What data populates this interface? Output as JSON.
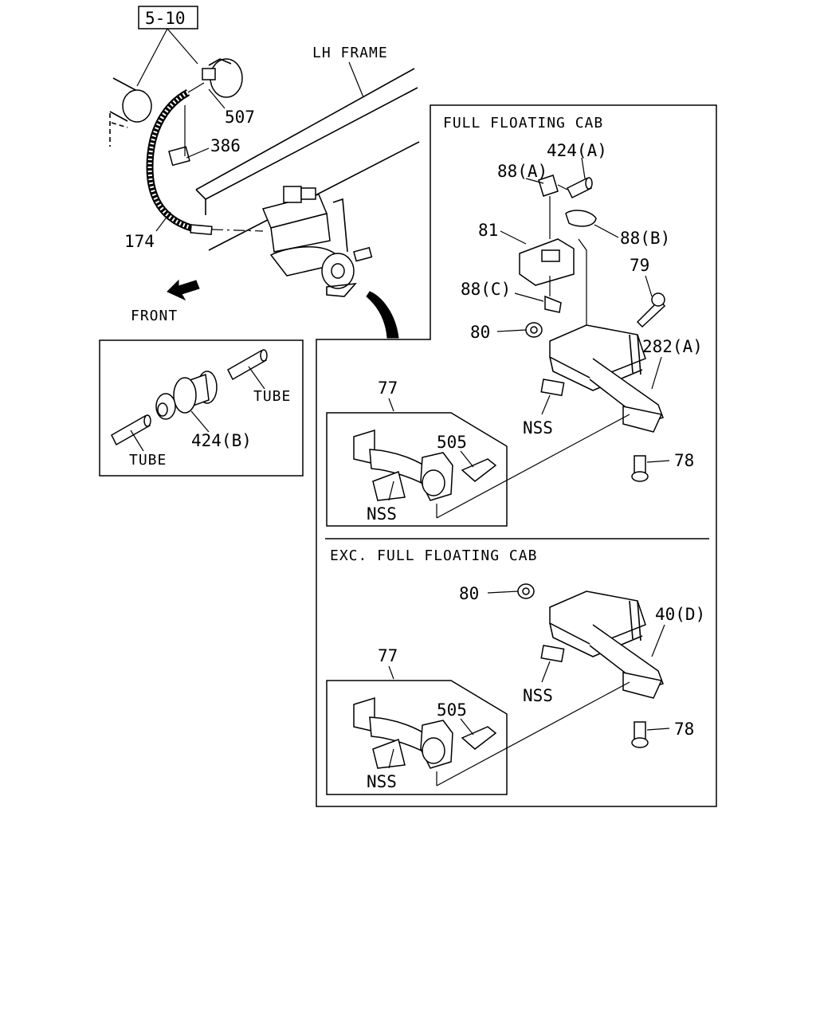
{
  "refs": {
    "section_ref": "5-10",
    "lh_frame": "LH FRAME",
    "front": "FRONT",
    "full_floating_cab": "FULL FLOATING CAB",
    "exc_full_floating_cab": "EXC. FULL FLOATING CAB",
    "tube_1": "TUBE",
    "tube_2": "TUBE"
  },
  "callouts": {
    "p507": "507",
    "p386": "386",
    "p174": "174",
    "p424b": "424(B)",
    "p424a": "424(A)",
    "p88a": "88(A)",
    "p81": "81",
    "p88b": "88(B)",
    "p79": "79",
    "p88c": "88(C)",
    "p80_top": "80",
    "p282a": "282(A)",
    "p77_top": "77",
    "p505_top": "505",
    "nss_top_inset": "NSS",
    "nss_top_bracket": "NSS",
    "p78_top": "78",
    "p80_bottom": "80",
    "p40d": "40(D)",
    "p77_bottom": "77",
    "p505_bottom": "505",
    "nss_bottom_inset": "NSS",
    "nss_bottom_bracket": "NSS",
    "p78_bottom": "78"
  },
  "colors": {
    "ink": "#000000",
    "paper": "#ffffff"
  }
}
